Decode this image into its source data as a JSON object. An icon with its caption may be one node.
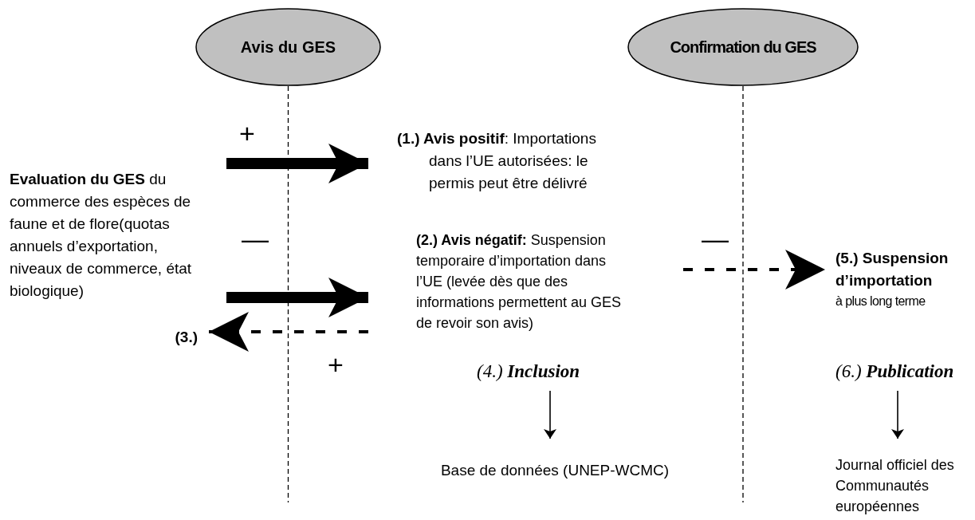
{
  "diagram": {
    "nodes": [
      {
        "text": [
          "Avis du GES"
        ]
      },
      {
        "text": [
          "Confirmation du GES"
        ]
      },
      {
        "text": [
          "**Evaluation du GES** du commerce des espèces de faune et de flore(quotas annuels d’exportation, niveaux de commerce, état biologique)"
        ]
      },
      {
        "text": [
          "**(1.) Avis positif**: Importations dans l’UE autorisées: le permis peut être délivré"
        ]
      },
      {
        "text": [
          "**(2.) Avis négatif:** Suspension temporaire d’importation dans l’UE (levée dès que des informations permettent au GES de revoir son avis)"
        ]
      },
      {
        "text": [
          "(3.)"
        ]
      },
      {
        "text": [
          "(5.) Suspension d’importation",
          "à plus long terme"
        ]
      },
      {
        "text": [
          "(4.) **Inclusion**"
        ]
      },
      {
        "text": [
          "Base de données (UNEP-WCMC)"
        ]
      },
      {
        "text": [
          "(6.) **Publication**"
        ]
      },
      {
        "text": [
          "Journal officiel des Communautés européennes"
        ]
      }
    ],
    "edges": [
      {
        "from": 2,
        "to": 3,
        "arrow": "to",
        "label": "+",
        "style": "thick"
      },
      {
        "from": 2,
        "to": 4,
        "arrow": "to",
        "label": "—",
        "style": "thick"
      },
      {
        "from": 4,
        "to": 5,
        "arrow": "to",
        "label": "+",
        "style": "dashed"
      },
      {
        "from": 4,
        "to": 6,
        "arrow": "to",
        "label": "—",
        "style": "dashed"
      },
      {
        "from": 7,
        "to": 8,
        "arrow": "to"
      },
      {
        "from": 9,
        "to": 10,
        "arrow": "to"
      }
    ]
  }
}
